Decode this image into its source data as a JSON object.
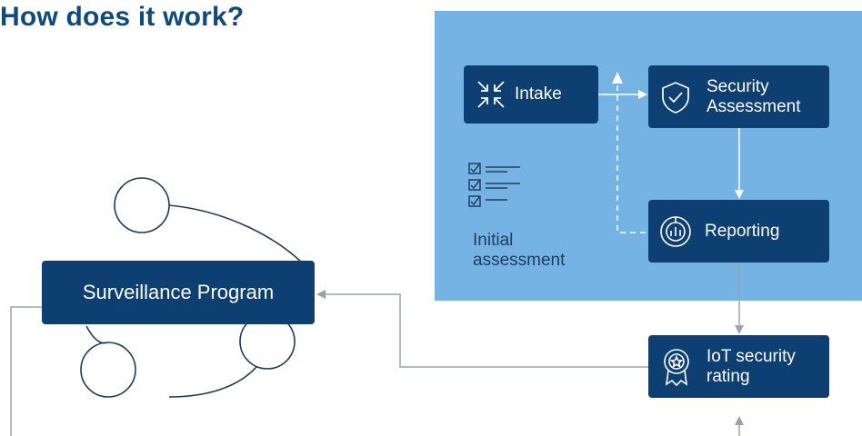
{
  "page": {
    "title": "How does it work?"
  },
  "colors": {
    "panel": "#74b3e3",
    "node": "#0d3f73",
    "title": "#0f4a7c",
    "connector": "#9aa3ab"
  },
  "nodes": {
    "intake": {
      "label": "Intake",
      "icon": "compress-arrows-icon"
    },
    "security_assessment": {
      "label": "Security\nAssessment",
      "icon": "shield-check-icon"
    },
    "reporting": {
      "label": "Reporting",
      "icon": "chart-circle-icon"
    },
    "iot_rating": {
      "label": "IoT security\nrating",
      "icon": "badge-star-icon"
    },
    "surveillance": {
      "label": "Surveillance Program"
    }
  },
  "initial_assessment": {
    "label": "Initial\nassessment",
    "icon": "checklist-icon"
  }
}
